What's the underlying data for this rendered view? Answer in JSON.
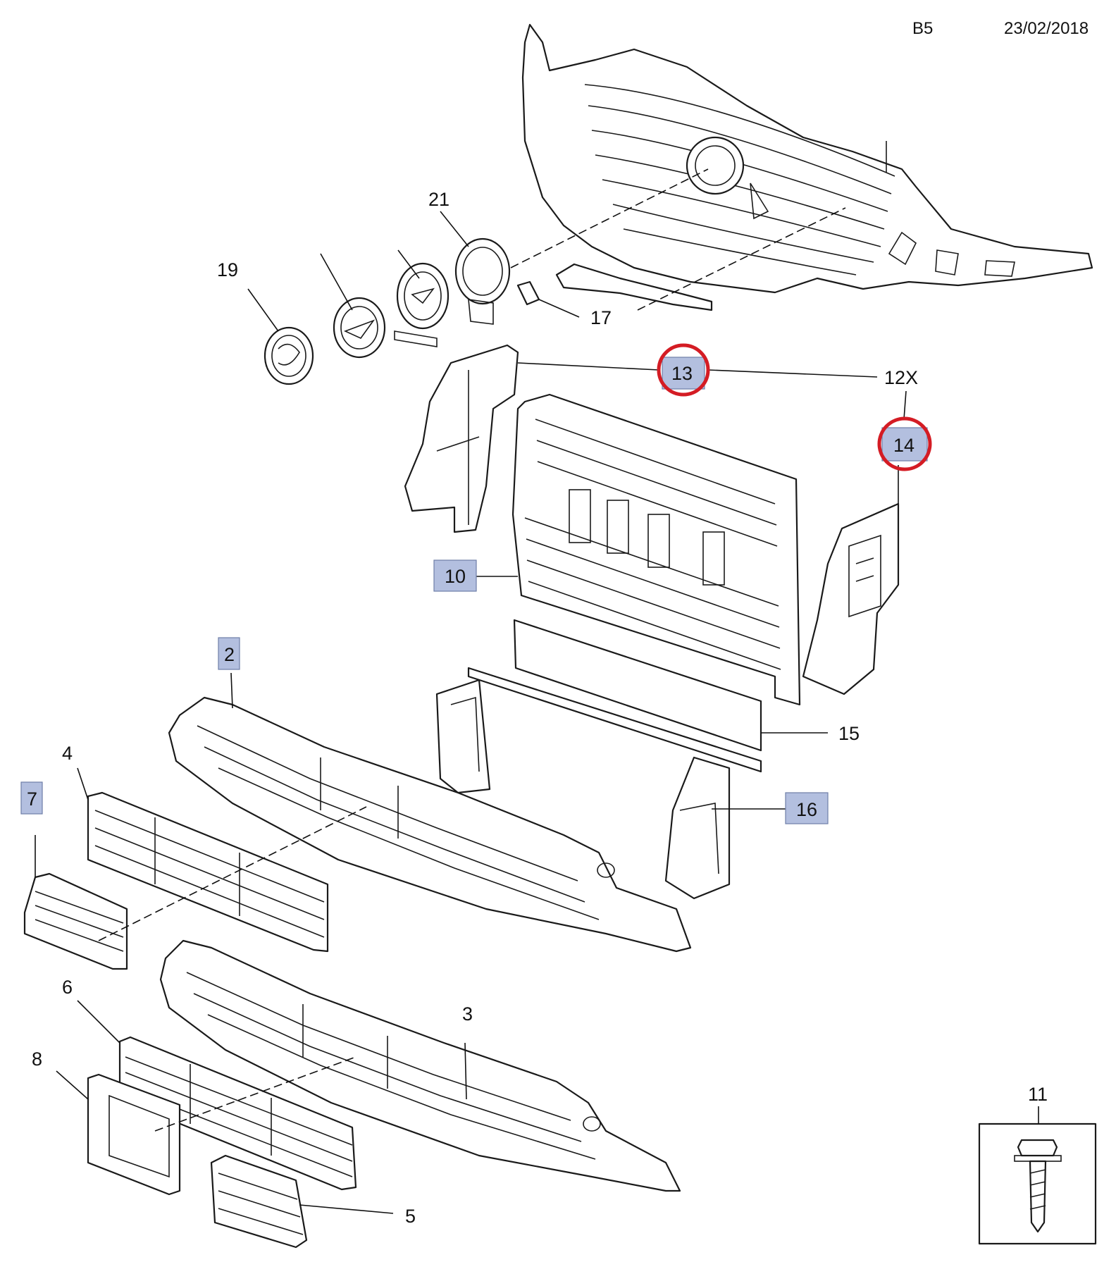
{
  "header": {
    "code": "B5",
    "date": "23/02/2018"
  },
  "colors": {
    "highlight_fill": "#b3bfdf",
    "circle": "#d41c24",
    "line": "#1a1a1a"
  },
  "callouts": [
    {
      "id": "21",
      "text": "21",
      "highlighted": false,
      "circled": false
    },
    {
      "id": "19",
      "text": "19",
      "highlighted": false,
      "circled": false
    },
    {
      "id": "17",
      "text": "17",
      "highlighted": false,
      "circled": false
    },
    {
      "id": "13",
      "text": "13",
      "highlighted": true,
      "circled": true
    },
    {
      "id": "12x",
      "text": "12X",
      "highlighted": false,
      "circled": false
    },
    {
      "id": "14",
      "text": "14",
      "highlighted": true,
      "circled": true
    },
    {
      "id": "10",
      "text": "10",
      "highlighted": true,
      "circled": false
    },
    {
      "id": "2",
      "text": "2",
      "highlighted": true,
      "circled": false
    },
    {
      "id": "15",
      "text": "15",
      "highlighted": false,
      "circled": false
    },
    {
      "id": "4",
      "text": "4",
      "highlighted": false,
      "circled": false
    },
    {
      "id": "7",
      "text": "7",
      "highlighted": true,
      "circled": false
    },
    {
      "id": "16",
      "text": "16",
      "highlighted": true,
      "circled": false
    },
    {
      "id": "6",
      "text": "6",
      "highlighted": false,
      "circled": false
    },
    {
      "id": "3",
      "text": "3",
      "highlighted": false,
      "circled": false
    },
    {
      "id": "8",
      "text": "8",
      "highlighted": false,
      "circled": false
    },
    {
      "id": "11",
      "text": "11",
      "highlighted": false,
      "circled": false
    },
    {
      "id": "5",
      "text": "5",
      "highlighted": false,
      "circled": false
    }
  ]
}
